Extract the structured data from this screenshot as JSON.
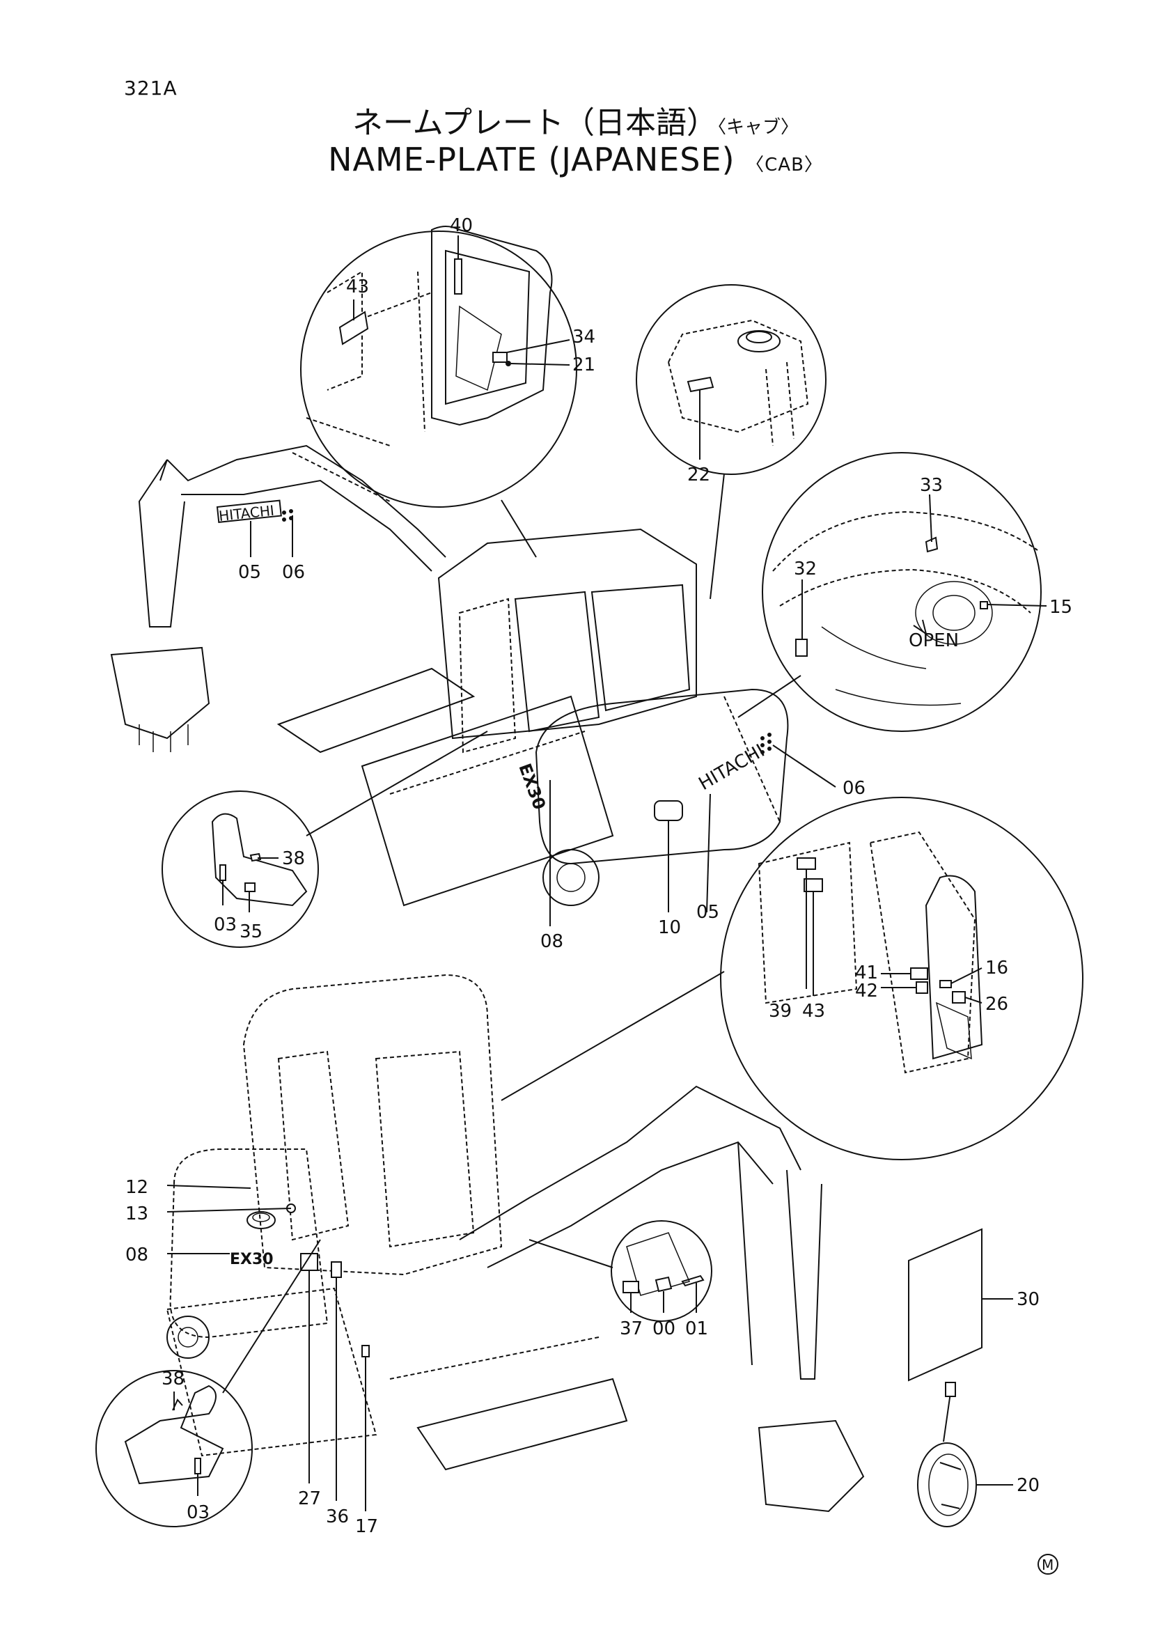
{
  "page_code": "321A",
  "title": {
    "jp_main": "ネームプレート（日本語）",
    "jp_sub": "〈キャブ〉",
    "en_main": "NAME-PLATE (JAPANESE)",
    "en_sub": "〈CAB〉"
  },
  "decals": {
    "brand_boom": "HITACHI",
    "brand_rear": "HITACHI",
    "model_rear": "EX30",
    "model_side": "EX30",
    "open_text": "OPEN"
  },
  "callouts": {
    "c40": "40",
    "c43a": "43",
    "c34": "34",
    "c21": "21",
    "c22": "22",
    "c33": "33",
    "c32": "32",
    "c15": "15",
    "c05a": "05",
    "c06a": "06",
    "c06b": "06",
    "c38a": "38",
    "c03a": "03",
    "c35": "35",
    "c10": "10",
    "c05b": "05",
    "c08a": "08",
    "c41": "41",
    "c42": "42",
    "c16": "16",
    "c26": "26",
    "c39": "39",
    "c43b": "43",
    "c12": "12",
    "c13": "13",
    "c08b": "08",
    "c37": "37",
    "c00": "00",
    "c01": "01",
    "c30": "30",
    "c20": "20",
    "c38b": "38",
    "c03b": "03",
    "c27": "27",
    "c36": "36",
    "c17": "17"
  },
  "mark": "M"
}
